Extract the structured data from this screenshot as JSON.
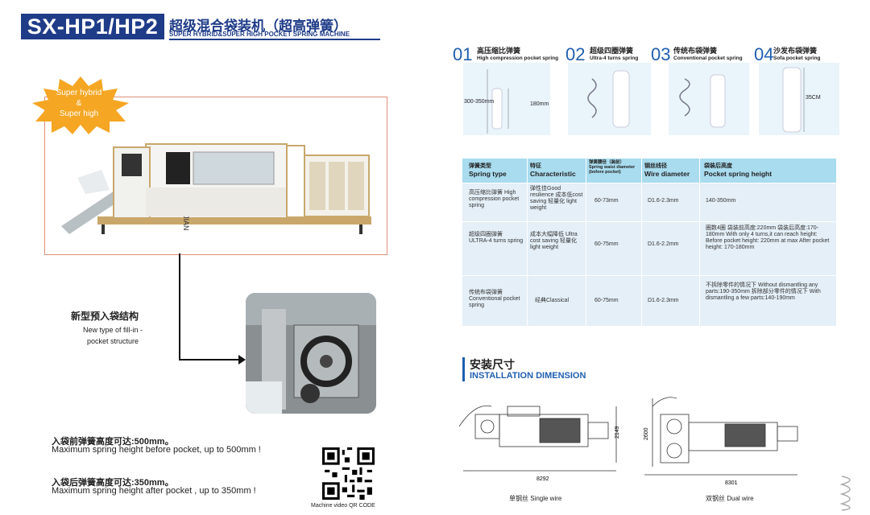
{
  "header": {
    "model": "SX-HP1/HP2",
    "title_cn": "超级混合袋装机（超高弹簧）",
    "title_en": "SUPER HYBRID&SUPER HIGH POCKET SPRING MACHINE"
  },
  "badge": {
    "line1": "Super hybrid",
    "line2": "&",
    "line3": "Super high"
  },
  "machine": {
    "brand": "HUA JIAN INTELLIGENT"
  },
  "fill_pocket": {
    "cn": "新型预入袋结构",
    "en": "New type of fill-in -pocket structure"
  },
  "notes": [
    {
      "cn": "入袋前弹簧高度可达:500mm。",
      "en": "Maximum spring height before pocket, up to 500mm !"
    },
    {
      "cn": "入袋后弹簧高度可达:350mm。",
      "en": "Maximum spring height after pocket , up to 350mm !"
    }
  ],
  "qr": {
    "caption": "Machine video QR CODE"
  },
  "spring_types": [
    {
      "num": "01",
      "cn": "高压缩比弹簧",
      "en": "High compression pocket spring",
      "dim_left": "300-350mm",
      "dim_right": "180mm"
    },
    {
      "num": "02",
      "cn": "超级四圈弹簧",
      "en": "Ultra-4 turns spring"
    },
    {
      "num": "03",
      "cn": "传统布袋弹簧",
      "en": "Conventional pocket spring"
    },
    {
      "num": "04",
      "cn": "沙发布袋弹簧",
      "en": "Sofa pocket spring",
      "dim": "35CM"
    }
  ],
  "table": {
    "headers": [
      {
        "cn": "弹簧类型",
        "en": "Spring type"
      },
      {
        "cn": "特征",
        "en": "Characteristic"
      },
      {
        "cn": "弹簧腰径（装前）",
        "en": "Spring waist diameter (before pocket)"
      },
      {
        "cn": "钢丝线径",
        "en": "Wire diameter"
      },
      {
        "cn": "袋装后高度",
        "en": "Pocket spring height"
      }
    ],
    "rows": [
      {
        "type": "高压缩比弹簧 High compression pocket spring",
        "char": "弹性佳Good resilience 成本低cost saving 轻量化 light weight",
        "waist": "60-73mm",
        "wire": "D1.6-2.3mm",
        "height": "140-350mm"
      },
      {
        "type": "超级四圈弹簧 ULTRA-4 turns spring",
        "char": "成本大幅降低 Ultra cost saving 轻量化 light weight",
        "waist": "60-75mm",
        "wire": "D1.6-2.2mm",
        "height": "圈数4圈 袋装前高度:220mm 袋装后高度:170-180mm With only 4 turns,it can reach height: Before pocket height: 220mm at max After pocket height: 170-180mm"
      },
      {
        "type": "传统布袋弹簧 Conventional pocket spring",
        "char": "经典Classical",
        "waist": "60-75mm",
        "wire": "D1.6-2.3mm",
        "height": "不拆除零件的情况下 Without dismantling any parts:190-350mm 拆除部分零件的情况下 With dismantling a few parts:140-190mm"
      }
    ]
  },
  "installation": {
    "cn": "安装尺寸",
    "en": "INSTALLATION DIMENSION",
    "single": {
      "width": "8292",
      "height": "2149",
      "caption": "单钢丝 Single wire"
    },
    "dual": {
      "width": "8301",
      "height": "2600",
      "caption": "双钢丝 Dual wire"
    }
  },
  "colors": {
    "brand_blue": "#1f3c88",
    "accent_blue": "#1f5fb0",
    "table_head": "#a9dcef",
    "table_body": "#e4eff7",
    "badge": "#f5a623"
  }
}
